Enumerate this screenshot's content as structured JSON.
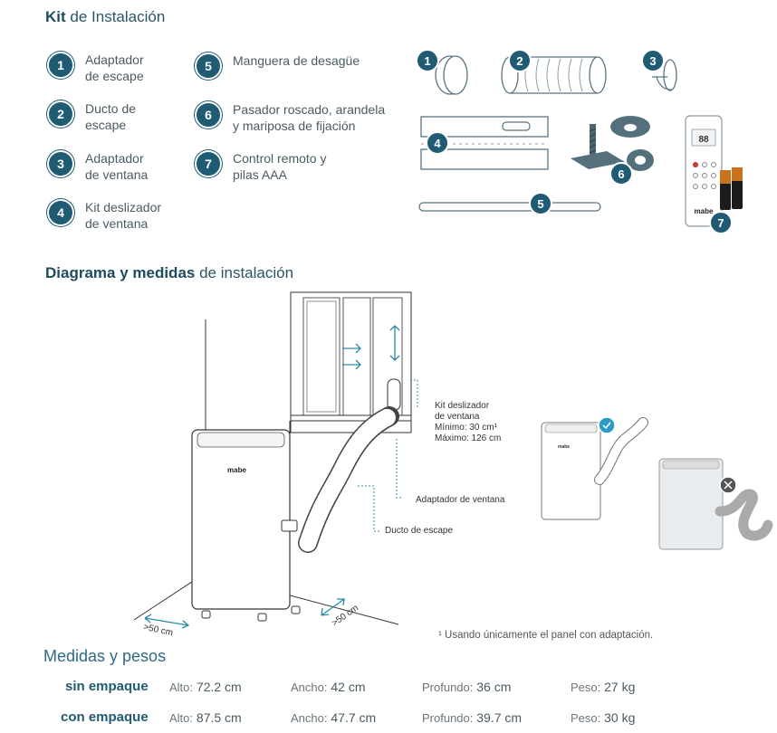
{
  "kit": {
    "title_bold": "Kit",
    "title_rest": " de Instalación",
    "items": [
      {
        "num": "1",
        "label": "Adaptador\nde escape"
      },
      {
        "num": "2",
        "label": "Ducto de\nescape"
      },
      {
        "num": "3",
        "label": "Adaptador\nde ventana"
      },
      {
        "num": "4",
        "label": "Kit deslizador\nde ventana"
      },
      {
        "num": "5",
        "label": "Manguera de desagüe"
      },
      {
        "num": "6",
        "label": "Pasador roscado, arandela\ny mariposa de fijación"
      },
      {
        "num": "7",
        "label": "Control remoto y\npilas AAA"
      }
    ]
  },
  "illustration": {
    "badges": [
      "1",
      "2",
      "3",
      "4",
      "5",
      "6",
      "7"
    ],
    "remote_brand": "mabe",
    "remote_display": "88"
  },
  "diagram": {
    "title_bold": "Diagrama y medidas",
    "title_rest": " de instalación",
    "label_kit": "Kit deslizador\nde ventana\nMínimo: 30 cm¹\nMáximo: 126 cm",
    "label_adapter": "Adaptador de ventana",
    "label_duct": "Ducto de escape",
    "clearance_left": ">50 cm",
    "clearance_right": ">50 cm",
    "unit_brand": "mabe",
    "ok_icon": "check-icon",
    "bad_icon": "cross-icon",
    "footnote": "¹ Usando únicamente el panel con adaptación."
  },
  "measures": {
    "title": "Medidas y pesos",
    "rows": [
      {
        "label": "sin empaque",
        "alto_k": "Alto:",
        "alto_v": " 72.2 cm",
        "ancho_k": "Ancho:",
        "ancho_v": " 42 cm",
        "prof_k": "Profundo:",
        "prof_v": " 36 cm",
        "peso_k": "Peso:",
        "peso_v": " 27 kg"
      },
      {
        "label": "con empaque",
        "alto_k": "Alto:",
        "alto_v": " 87.5 cm",
        "ancho_k": "Ancho:",
        "ancho_v": " 47.7 cm",
        "prof_k": "Profundo:",
        "prof_v": " 39.7 cm",
        "peso_k": "Peso:",
        "peso_v": " 30 kg"
      }
    ]
  },
  "colors": {
    "accent": "#1f5b73",
    "title": "#2e6b84"
  }
}
